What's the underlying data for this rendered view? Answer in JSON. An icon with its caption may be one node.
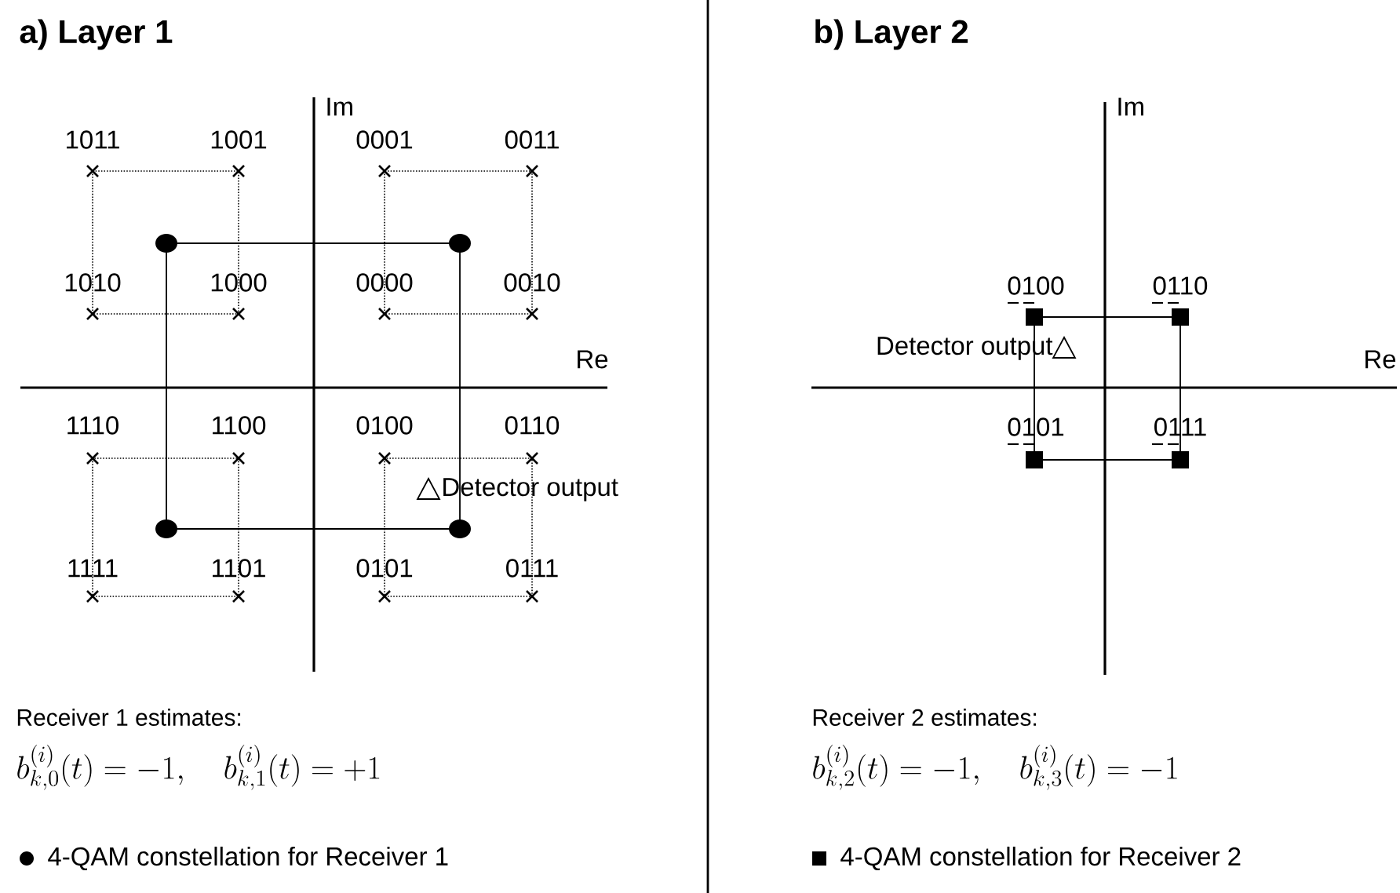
{
  "diagram": {
    "labels": [
      "a) Layer 1",
      "Im",
      "1011",
      "1001",
      "0001",
      "0011",
      "1010",
      "1000",
      "0000",
      "0010",
      "Re",
      "1110",
      "1100",
      "0100",
      "0110",
      "Detector output",
      "1111",
      "1101",
      "0101",
      "0111",
      "Receiver 1 estimates:",
      "b_{k,0}^{(i)}(t) = -1,\\quad b_{k,1}^{(i)}(t) = +1",
      "b) Layer 2",
      "Im",
      "0100",
      "0110",
      "Detector output",
      "Re",
      "0101",
      "0111",
      "Receiver 2 estimates:",
      "b_{k,2}^{(i)}(t) = -1,\\quad b_{k,3}^{(i)}(t) = -1"
    ],
    "legend": [
      {
        "text": "4-QAM constellation for Receiver 1"
      },
      {
        "text": "4-QAM constellation for Receiver 2"
      }
    ]
  }
}
